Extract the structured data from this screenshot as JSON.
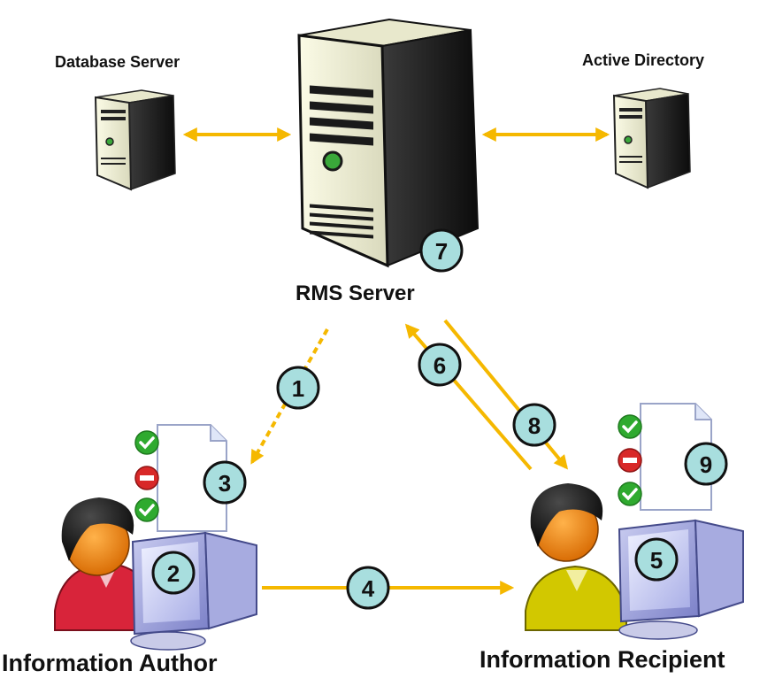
{
  "labels": {
    "database_server": "Database Server",
    "active_directory": "Active Directory",
    "rms_server": "RMS Server",
    "information_author": "Information Author",
    "information_recipient": "Information Recipient"
  },
  "steps": {
    "s1": "1",
    "s2": "2",
    "s3": "3",
    "s4": "4",
    "s5": "5",
    "s6": "6",
    "s7": "7",
    "s8": "8",
    "s9": "9"
  },
  "colors": {
    "arrow": "#f5b800",
    "step_fill": "#a8dede",
    "author_shirt": "#d8243a",
    "recipient_shirt": "#d2c800",
    "check": "#2faa2f",
    "deny": "#d82828"
  },
  "icons": [
    "server-icon",
    "computer-icon",
    "user-icon",
    "document-icon",
    "check-icon",
    "deny-icon"
  ]
}
